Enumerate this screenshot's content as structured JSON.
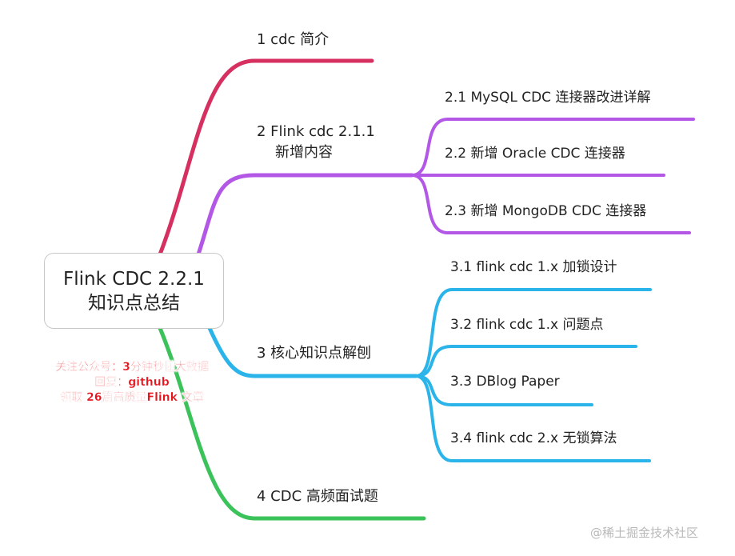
{
  "root": {
    "line1": "Flink CDC 2.2.1",
    "line2": "知识点总结"
  },
  "colors": {
    "branch1": "#d63060",
    "branch2": "#b257e6",
    "branch3": "#2ab4ea",
    "branch4": "#3cc25a"
  },
  "branches": [
    {
      "label": "1 cdc 简介",
      "children": []
    },
    {
      "label_line1": "2 Flink cdc 2.1.1",
      "label_line2": "新增内容",
      "children": [
        "2.1 MySQL CDC 连接器改进详解",
        "2.2  新增 Oracle CDC 连接器",
        "2.3 新增 MongoDB CDC 连接器"
      ]
    },
    {
      "label": "3 核心知识点解刨",
      "children": [
        "3.1 flink cdc 1.x 加锁设计",
        "3.2 flink cdc 1.x 问题点",
        "3.3 DBlog Paper",
        "3.4 flink cdc 2.x 无锁算法"
      ]
    },
    {
      "label": "4 CDC 高频面试题",
      "children": []
    }
  ],
  "watermark": {
    "line1": "关注公众号：3分钟秒懂大数据",
    "line2": "回复：github",
    "line3": "领取 26篇高质量Flink 文章"
  },
  "credit": "@稀土掘金技术社区"
}
